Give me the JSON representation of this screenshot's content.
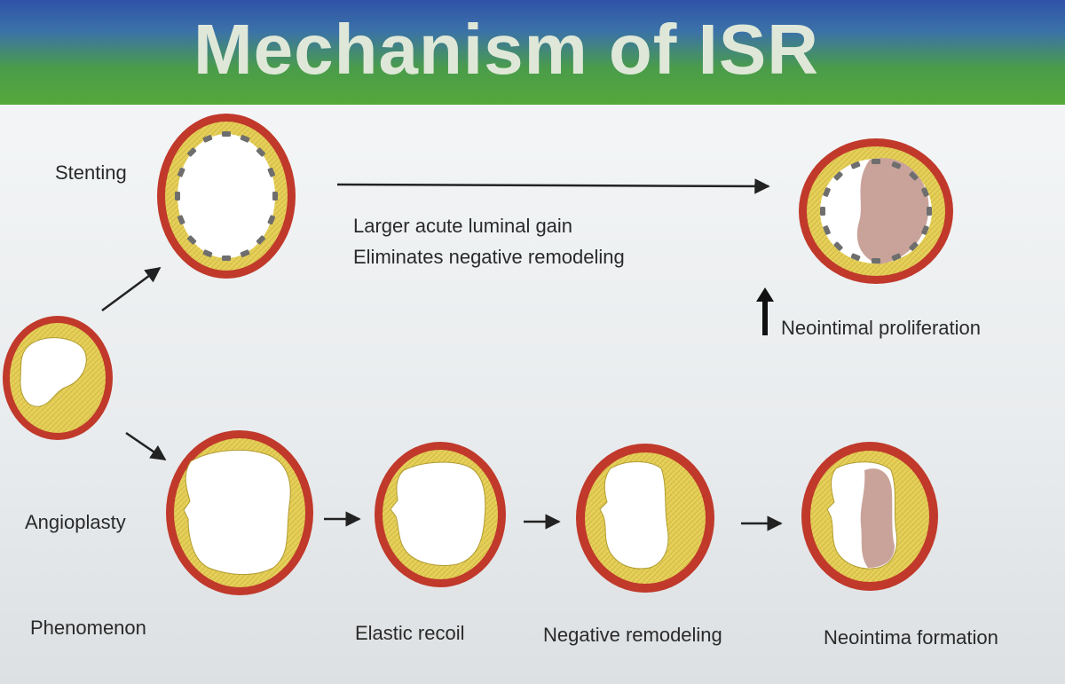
{
  "title": "Mechanism of ISR",
  "labels": {
    "stenting": "Stenting",
    "angioplasty": "Angioplasty",
    "phenomenon": "Phenomenon",
    "luminal_gain": "Larger acute luminal gain",
    "negative_remodeling_eliminated": "Eliminates negative remodeling",
    "neointimal_proliferation": "Neointimal proliferation",
    "elastic_recoil": "Elastic recoil",
    "negative_remodeling": "Negative remodeling",
    "neointima_formation": "Neointima formation"
  },
  "colors": {
    "adventitia": "#c0392b",
    "plaque": "#e6d05a",
    "lumen": "#ffffff",
    "neointima": "#c9a39a",
    "stent_strut": "#6e6e6e"
  }
}
